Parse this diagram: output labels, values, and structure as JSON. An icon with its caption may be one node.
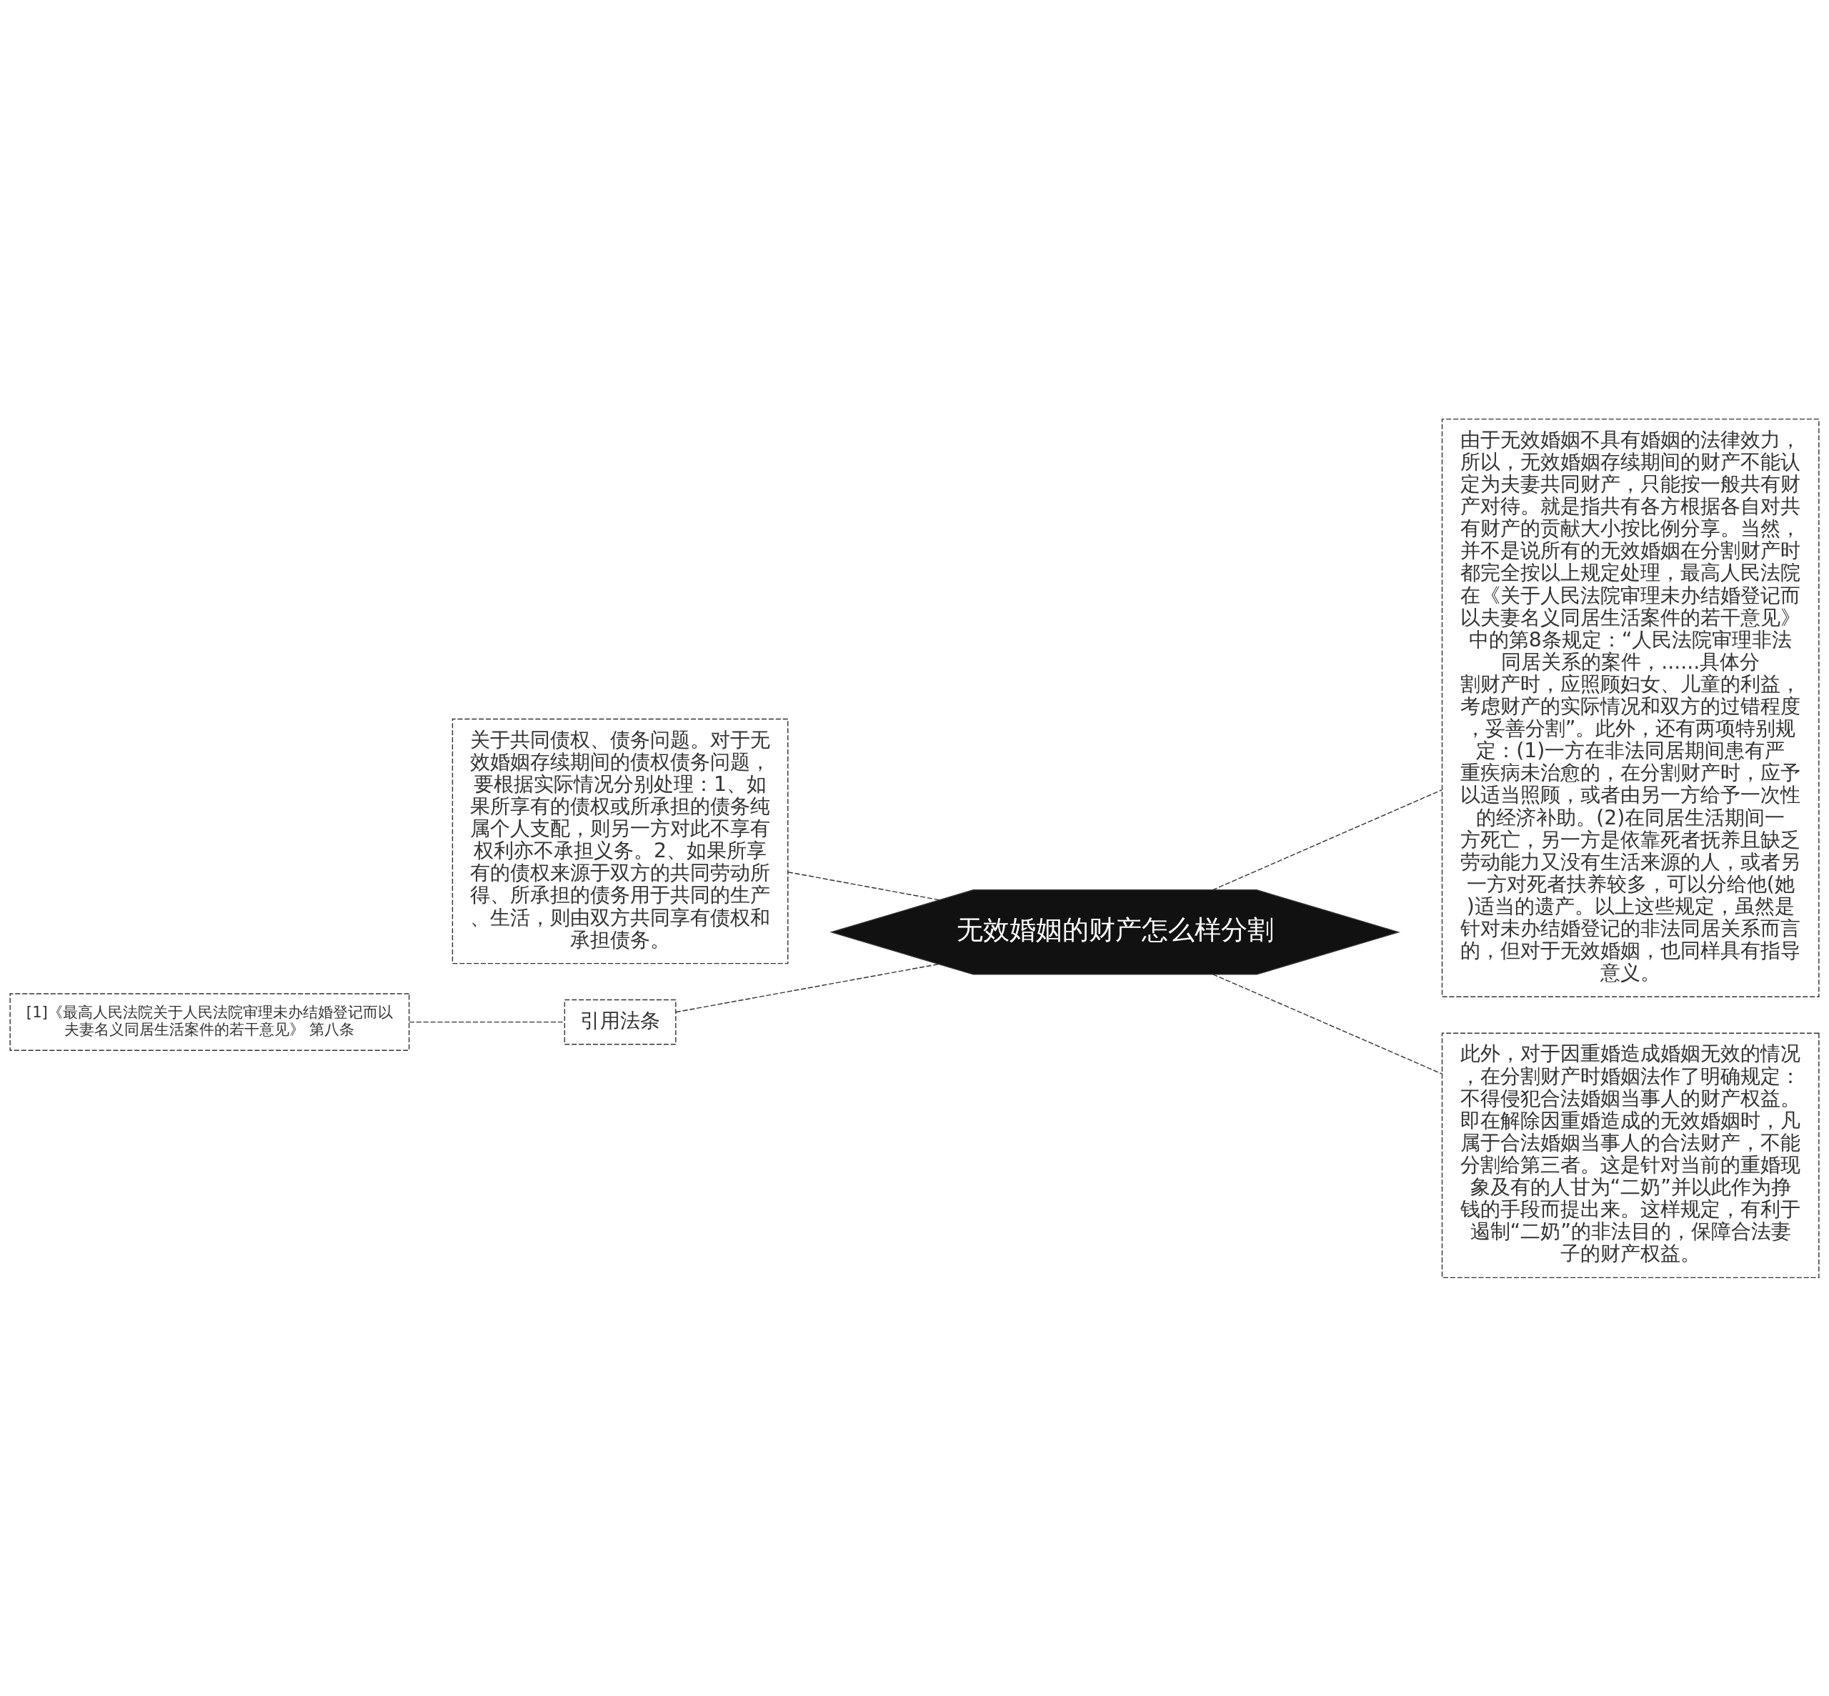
{
  "diagram": {
    "nodes": [
      {
        "text": [
          "无效婚姻的财产怎么样分割"
        ]
      },
      {
        "text": [
          "关于共同债权、债务问题。对于无效婚姻存续期间的债权债务问题，要根据实际情况分别处理：1、如果所享有的债权或所承担的债务纯属个人支配，则另一方对此不享有权利亦不承担义务。2、如果所享有的债权来源于双方的共同劳动所得、所承担的债务用于共同的生产、生活，则由双方共同享有债权和承担债务。"
        ]
      },
      {
        "text": [
          "引用法条"
        ]
      },
      {
        "text": [
          "[1]《最高人民法院关于人民法院审理未办结婚登记而以夫妻名义同居生活案件的若干意见》 第八条"
        ]
      },
      {
        "text": [
          "由于无效婚姻不具有婚姻的法律效力，所以，无效婚姻存续期间的财产不能认定为夫妻共同财产，只能按一般共有财产对待。就是指共有各方根据各自对共有财产的贡献大小按比例分享。当然，并不是说所有的无效婚姻在分割财产时都完全按以上规定处理，最高人民法院在《关于人民法院审理未办结婚登记而以夫妻名义同居生活案件的若干意见》中的第8条规定：“人民法院审理非法同居关系的案件，......具体分割财产时，应照顾妇女、儿童的利益，考虑财产的实际情况和双方的过错程度，妥善分割”。此外，还有两项特别规定：(1)一方在非法同居期间患有严重疾病未治愈的，在分割财产时，应予以适当照顾，或者由另一方给予一次性的经济补助。(2)在同居生活期间一方死亡，另一方是依靠死者抚养且缺乏劳动能力又没有生活来源的人，或者另一方对死者扶养较多，可以分给他(她)适当的遗产。以上这些规定，虽然是针对未办结婚登记的非法同居关系而言的，但对于无效婚姻，也同样具有指导意义。"
        ]
      },
      {
        "text": [
          "此外，对于因重婚造成婚姻无效的情况，在分割财产时婚姻法作了明确规定：不得侵犯合法婚姻当事人的财产权益。即在解除因重婚造成的无效婚姻时，凡属于合法婚姻当事人的合法财产，不能分割给第三者。这是针对当前的重婚现象及有的人甘为“二奶”并以此作为挣钱的手段而提出来。这样规定，有利于遏制“二奶”的非法目的，保障合法妻子的财产权益。"
        ]
      }
    ],
    "edges": [
      {
        "from": 0,
        "to": 1,
        "arrow": "none",
        "style": "dashed"
      },
      {
        "from": 0,
        "to": 2,
        "arrow": "none",
        "style": "dashed"
      },
      {
        "from": 2,
        "to": 3,
        "arrow": "none",
        "style": "dashed"
      },
      {
        "from": 0,
        "to": 4,
        "arrow": "none",
        "style": "dashed"
      },
      {
        "from": 0,
        "to": 5,
        "arrow": "none",
        "style": "dashed"
      }
    ]
  }
}
